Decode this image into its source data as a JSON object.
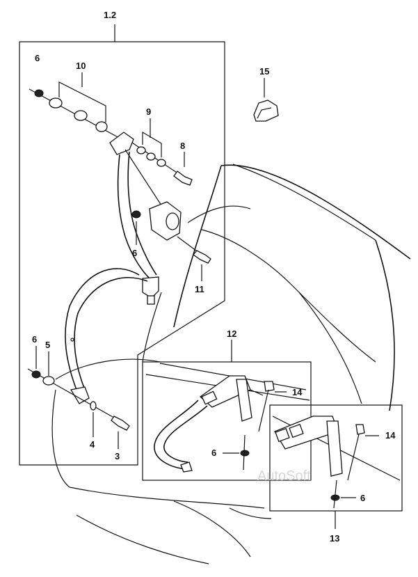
{
  "assembly": {
    "label": "1.2"
  },
  "callouts": {
    "c3": "3",
    "c4": "4",
    "c5": "5",
    "c6_top": "6",
    "c6_mid": "6",
    "c6_lower": "6",
    "c6_box12": "6",
    "c6_box13": "6",
    "c8": "8",
    "c9": "9",
    "c10": "10",
    "c11": "11",
    "c12": "12",
    "c13": "13",
    "c14_box12": "14",
    "c14_box13": "14",
    "c15": "15"
  },
  "watermark": "AutoSoft"
}
